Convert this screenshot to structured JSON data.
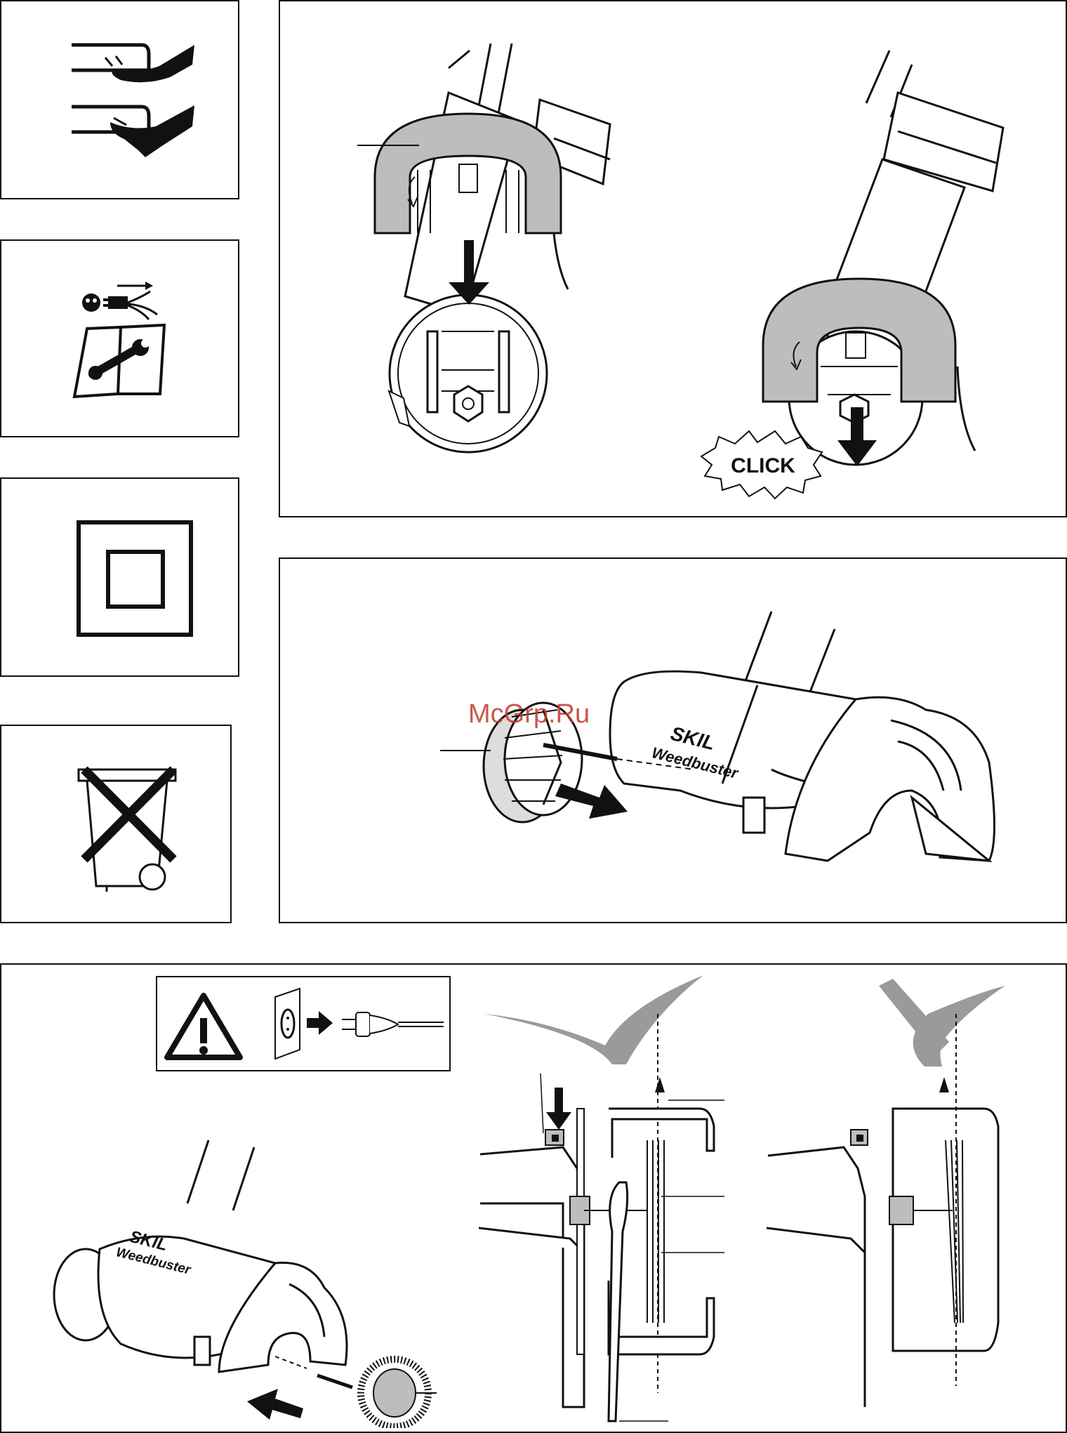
{
  "labels": {
    "click": "CLICK",
    "brand": "SKIL",
    "model": "Weedbuster",
    "watermark": "McGrp.Ru"
  },
  "colors": {
    "guard_fill": "#bdbdbd",
    "mark_gray": "#9a9a9a",
    "watermark": "#c0392b",
    "line": "#111111"
  },
  "icons": {
    "pinch_hazard": "hand-pinch-icon",
    "unplug_manual": "unplug-read-manual-icon",
    "double_insulation": "double-insulation-icon",
    "weee": "crossed-bin-icon",
    "warning": "warning-triangle-icon",
    "check": "checkmark-icon",
    "cross": "cross-mark-icon"
  }
}
